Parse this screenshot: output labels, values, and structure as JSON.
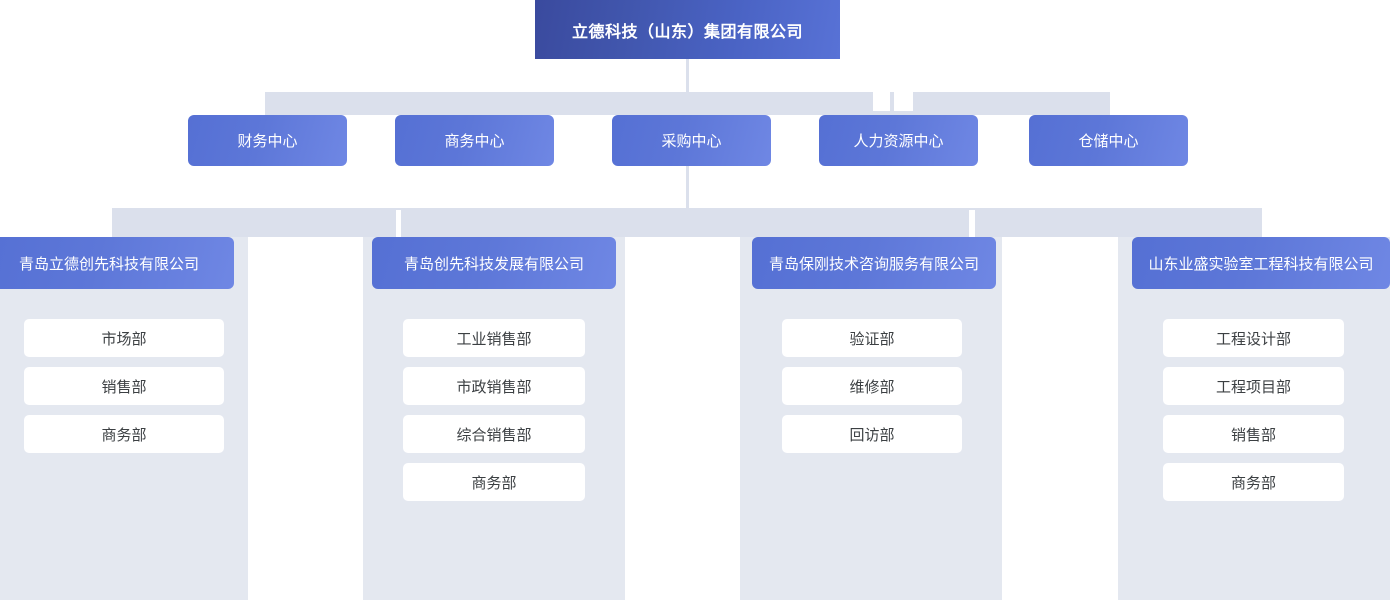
{
  "chart_meta": {
    "type": "org-chart",
    "colors": {
      "root_gradient_start": "#3a4a9e",
      "root_gradient_end": "#5872d6",
      "node_gradient_start": "#5570d4",
      "node_gradient_end": "#6f87e4",
      "connector": "#dbe0ec",
      "column_background": "#e4e8f0",
      "leaf_background": "#ffffff",
      "leaf_text": "#3c4043",
      "node_text": "#ffffff"
    }
  },
  "root": {
    "label": "立德科技（山东）集团有限公司"
  },
  "centers": [
    {
      "label": "财务中心"
    },
    {
      "label": "商务中心"
    },
    {
      "label": "采购中心"
    },
    {
      "label": "人力资源中心"
    },
    {
      "label": "仓储中心"
    }
  ],
  "subsidiaries": [
    {
      "label": "青岛立德创先科技有限公司",
      "departments": [
        {
          "label": "市场部"
        },
        {
          "label": "销售部"
        },
        {
          "label": "商务部"
        }
      ]
    },
    {
      "label": "青岛创先科技发展有限公司",
      "departments": [
        {
          "label": "工业销售部"
        },
        {
          "label": "市政销售部"
        },
        {
          "label": "综合销售部"
        },
        {
          "label": "商务部"
        }
      ]
    },
    {
      "label": "青岛保刚技术咨询服务有限公司",
      "departments": [
        {
          "label": "验证部"
        },
        {
          "label": "维修部"
        },
        {
          "label": "回访部"
        }
      ]
    },
    {
      "label": "山东业盛实验室工程科技有限公司",
      "departments": [
        {
          "label": "工程设计部"
        },
        {
          "label": "工程项目部"
        },
        {
          "label": "销售部"
        },
        {
          "label": "商务部"
        }
      ]
    }
  ]
}
